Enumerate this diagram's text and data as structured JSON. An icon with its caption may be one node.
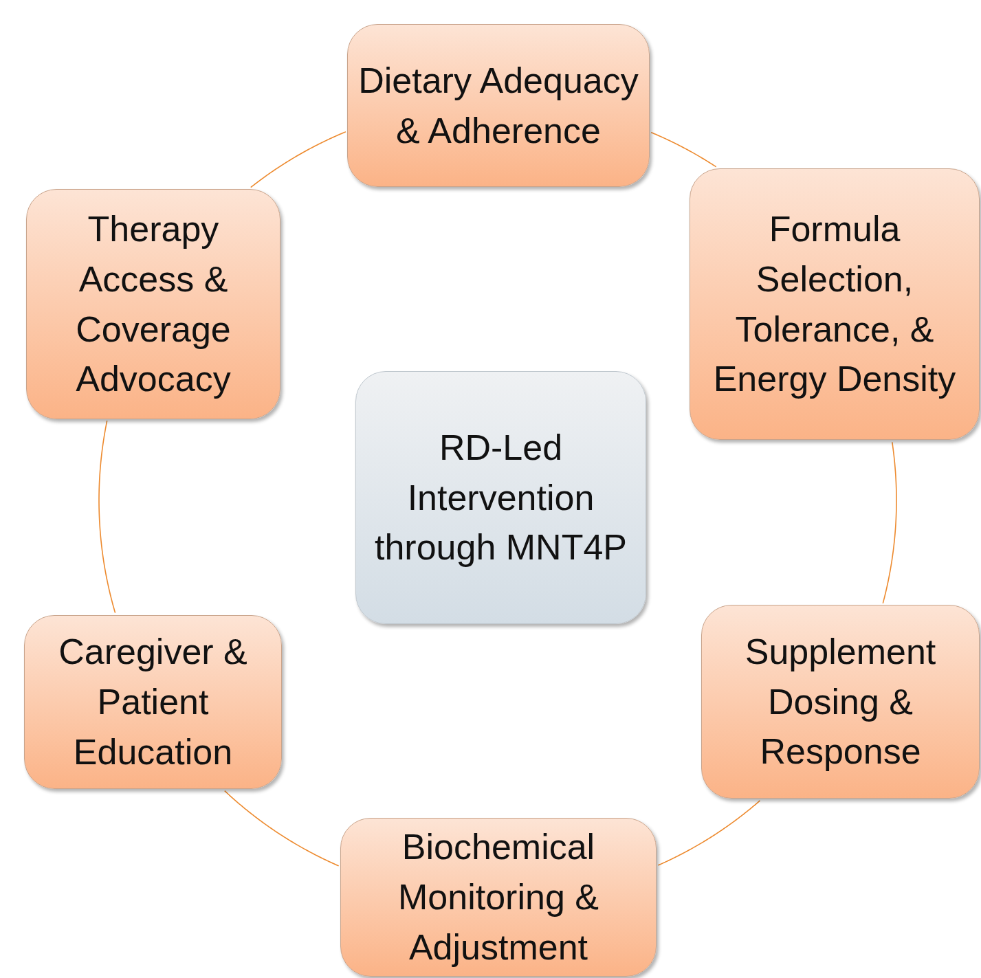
{
  "diagram": {
    "nodes": [
      {
        "text": [
          "Dietary Adequacy & Adherence"
        ]
      },
      {
        "text": [
          "Formula Selection, Tolerance, & Energy Density"
        ]
      },
      {
        "text": [
          "Supplement Dosing & Response"
        ]
      },
      {
        "text": [
          "Biochemical Monitoring & Adjustment"
        ]
      },
      {
        "text": [
          "Caregiver & Patient Education"
        ]
      },
      {
        "text": [
          "Therapy Access & Coverage Advocacy"
        ]
      },
      {
        "text": [
          "RD-Led Intervention through MNT4P"
        ]
      }
    ],
    "edges": [
      {
        "from": 0,
        "to": 1,
        "arrow": "none"
      },
      {
        "from": 1,
        "to": 2,
        "arrow": "none"
      },
      {
        "from": 2,
        "to": 3,
        "arrow": "none"
      },
      {
        "from": 3,
        "to": 4,
        "arrow": "none"
      },
      {
        "from": 4,
        "to": 5,
        "arrow": "none"
      },
      {
        "from": 5,
        "to": 0,
        "arrow": "none"
      }
    ]
  }
}
